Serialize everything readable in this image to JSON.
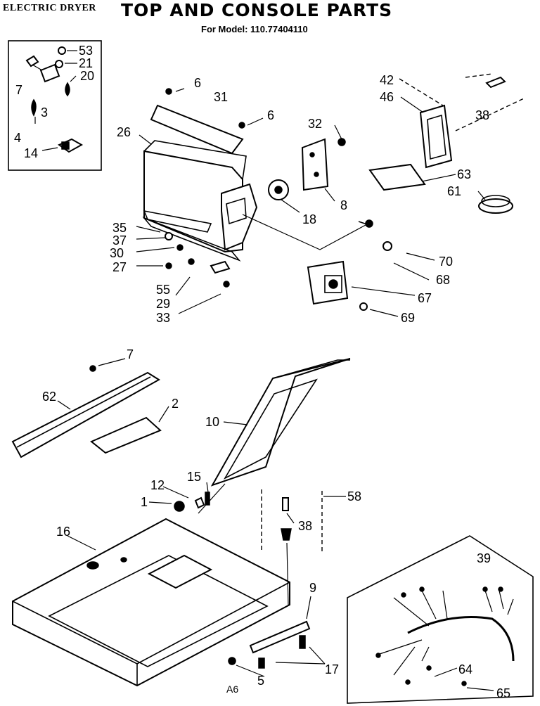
{
  "header": {
    "category": "ELECTRIC DRYER",
    "title": "TOP AND CONSOLE PARTS",
    "model": "For Model: 110.77404110"
  },
  "footer_code": "A6",
  "callouts": {
    "c1": "1",
    "c2": "2",
    "c3": "3",
    "c4": "4",
    "c5": "5",
    "c6a": "6",
    "c6b": "6",
    "c7a": "7",
    "c7b": "7",
    "c8": "8",
    "c9": "9",
    "c10": "10",
    "c12": "12",
    "c14": "14",
    "c15": "15",
    "c16": "16",
    "c17": "17",
    "c18": "18",
    "c20": "20",
    "c21": "21",
    "c26": "26",
    "c27": "27",
    "c29": "29",
    "c30": "30",
    "c31": "31",
    "c32": "32",
    "c33": "33",
    "c35": "35",
    "c37": "37",
    "c38a": "38",
    "c38b": "38",
    "c39": "39",
    "c42": "42",
    "c46": "46",
    "c53": "53",
    "c55": "55",
    "c58": "58",
    "c61": "61",
    "c62": "62",
    "c63": "63",
    "c64": "64",
    "c65": "65",
    "c67": "67",
    "c68": "68",
    "c69": "69",
    "c70": "70"
  }
}
